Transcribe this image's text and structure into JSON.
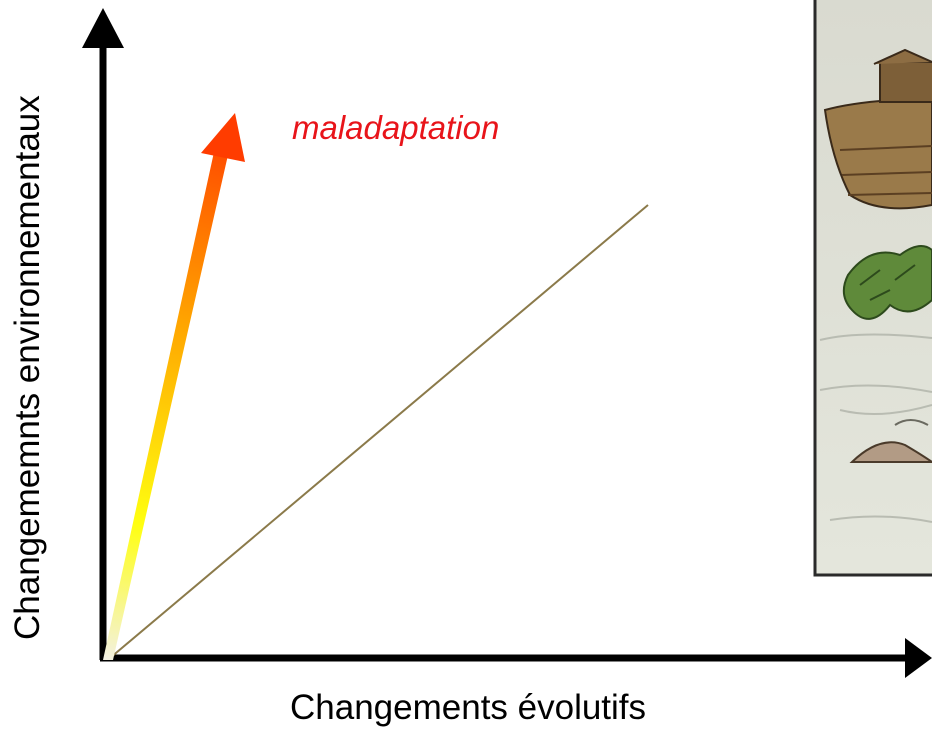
{
  "labels": {
    "y_axis": "Changememnts environnementaux",
    "x_axis": "Changements évolutifs",
    "arrow_label": "maladaptation"
  },
  "colors": {
    "axis": "#000000",
    "arrow_label": "#e8141a",
    "diagonal": "#8b7a4a",
    "arrow_gradient": [
      "#f3f1e2",
      "#ffff10",
      "#ffa400",
      "#ff3c00"
    ]
  },
  "illustration": {
    "icon": "noahs-ark-illustration-icon"
  }
}
